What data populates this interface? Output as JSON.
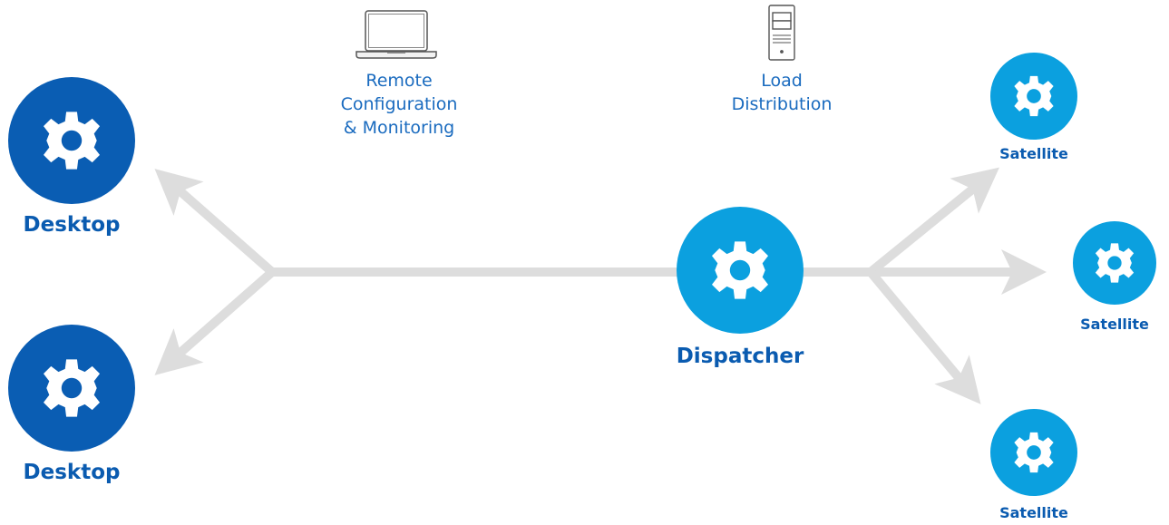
{
  "colors": {
    "desktop": "#0a5db3",
    "dispatcher": "#0ba0df",
    "satellite": "#0ba0df",
    "connector": "#dddddd",
    "label_text": "#0a5bb0",
    "feature_text": "#1a6bbf",
    "icon_stroke": "#555555"
  },
  "features": {
    "remote": {
      "icon": "laptop-icon",
      "lines": [
        "Remote",
        "Configuration",
        "& Monitoring"
      ]
    },
    "load": {
      "icon": "server-icon",
      "lines": [
        "Load",
        "Distribution"
      ]
    }
  },
  "nodes": {
    "desktop_1": {
      "label": "Desktop",
      "icon": "gear-icon"
    },
    "desktop_2": {
      "label": "Desktop",
      "icon": "gear-icon"
    },
    "dispatcher": {
      "label": "Dispatcher",
      "icon": "gear-icon"
    },
    "satellite_1": {
      "label": "Satellite",
      "icon": "gear-icon"
    },
    "satellite_2": {
      "label": "Satellite",
      "icon": "gear-icon"
    },
    "satellite_3": {
      "label": "Satellite",
      "icon": "gear-icon"
    }
  }
}
